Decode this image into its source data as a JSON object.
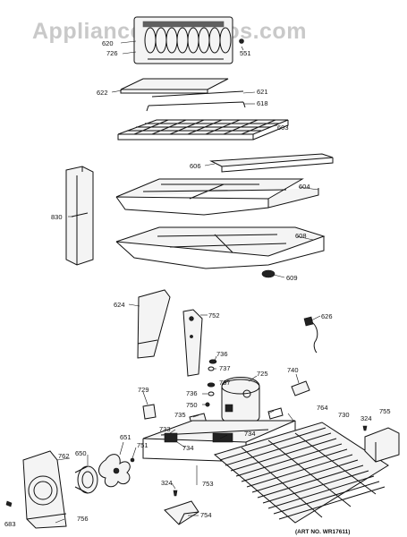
{
  "watermark": "AppliancePartsPros.com",
  "art_number": "(ART NO. WR17611)",
  "labels": [
    {
      "id": "620",
      "text": "620"
    },
    {
      "id": "726",
      "text": "726"
    },
    {
      "id": "551",
      "text": "551"
    },
    {
      "id": "622",
      "text": "622"
    },
    {
      "id": "621",
      "text": "621"
    },
    {
      "id": "618",
      "text": "618"
    },
    {
      "id": "603",
      "text": "603"
    },
    {
      "id": "606",
      "text": "606"
    },
    {
      "id": "830",
      "text": "830"
    },
    {
      "id": "604",
      "text": "604"
    },
    {
      "id": "608",
      "text": "608"
    },
    {
      "id": "609",
      "text": "609"
    },
    {
      "id": "624",
      "text": "624"
    },
    {
      "id": "752",
      "text": "752"
    },
    {
      "id": "626",
      "text": "626"
    },
    {
      "id": "736a",
      "text": "736"
    },
    {
      "id": "737a",
      "text": "737"
    },
    {
      "id": "725",
      "text": "725"
    },
    {
      "id": "740",
      "text": "740"
    },
    {
      "id": "729",
      "text": "729"
    },
    {
      "id": "736b",
      "text": "736"
    },
    {
      "id": "737b",
      "text": "737"
    },
    {
      "id": "750",
      "text": "750"
    },
    {
      "id": "735",
      "text": "735"
    },
    {
      "id": "764",
      "text": "764"
    },
    {
      "id": "730",
      "text": "730"
    },
    {
      "id": "324a",
      "text": "324"
    },
    {
      "id": "755",
      "text": "755"
    },
    {
      "id": "733",
      "text": "733"
    },
    {
      "id": "734a",
      "text": "734"
    },
    {
      "id": "734b",
      "text": "734"
    },
    {
      "id": "651",
      "text": "651"
    },
    {
      "id": "751",
      "text": "751"
    },
    {
      "id": "762",
      "text": "762"
    },
    {
      "id": "650",
      "text": "650"
    },
    {
      "id": "753",
      "text": "753"
    },
    {
      "id": "324b",
      "text": "324"
    },
    {
      "id": "754",
      "text": "754"
    },
    {
      "id": "756",
      "text": "756"
    },
    {
      "id": "683",
      "text": "683"
    }
  ]
}
